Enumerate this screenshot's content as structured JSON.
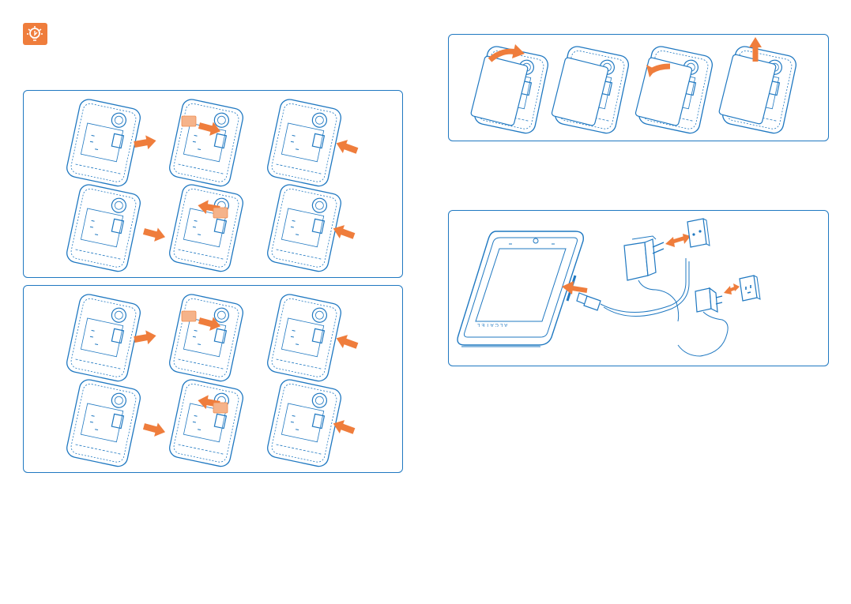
{
  "page": {
    "background": "#ffffff",
    "accent_color": "#1f78c1",
    "arrow_color": "#ef7d3c",
    "tip_icon": "lightbulb-tip-icon"
  },
  "phone_brand": "ALCATEL",
  "panels": [
    {
      "id": "sim-card-panel-1",
      "steps": [
        "slide-out",
        "insert-card",
        "push-in",
        "slide-out",
        "remove-card",
        "push-in"
      ]
    },
    {
      "id": "sim-card-panel-2",
      "steps": [
        "slide-out",
        "insert-card",
        "push-in",
        "slide-out",
        "remove-card",
        "push-in"
      ]
    },
    {
      "id": "battery-panel",
      "steps": [
        "lift-cover",
        "cover-on",
        "flip-cover",
        "pull-up"
      ]
    },
    {
      "id": "charger-panel",
      "steps": [
        "connect-cable",
        "eu-plug",
        "uk-plug"
      ]
    }
  ]
}
